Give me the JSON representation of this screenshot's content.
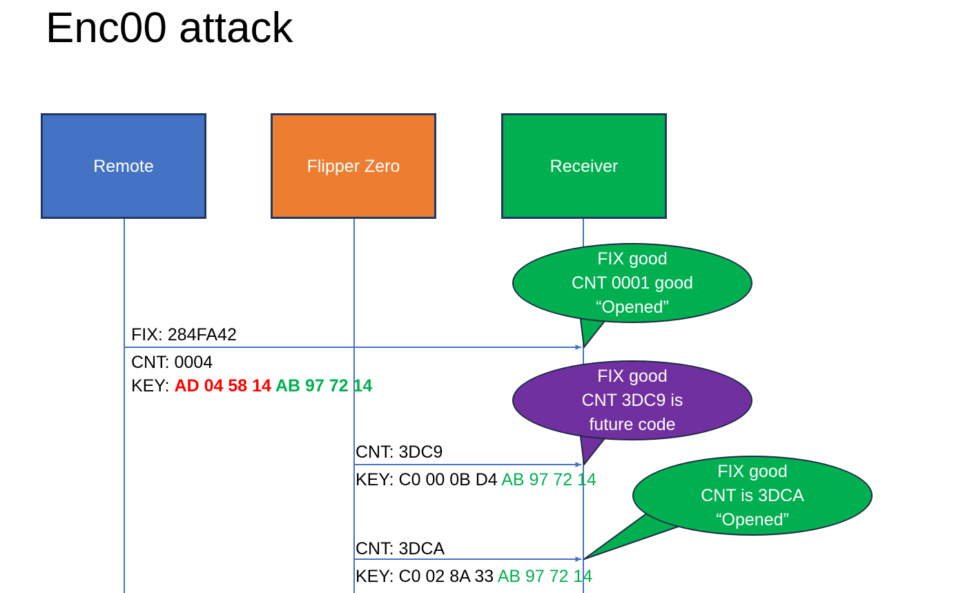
{
  "slide": {
    "title": "Enc00 attack",
    "background": "#ffffff"
  },
  "colors": {
    "remote": "#4472C4",
    "flipper": "#ED7D31",
    "receiver": "#00B050",
    "bubble_green": "#00B050",
    "bubble_purple": "#7030A0",
    "box_border": "#1F3864",
    "lifeline": "#4472C4",
    "key_old": "#FF0000",
    "key_fixed": "#00B050",
    "text": "#000000"
  },
  "actors": [
    {
      "id": "remote",
      "label": "Remote",
      "fill": "#4472C4"
    },
    {
      "id": "flipper",
      "label": "Flipper Zero",
      "fill": "#ED7D31"
    },
    {
      "id": "receiver",
      "label": "Receiver",
      "fill": "#00B050"
    }
  ],
  "messages": [
    {
      "id": "msg-1",
      "from": "remote",
      "to": "receiver",
      "lines": [
        {
          "id": "fix",
          "segments": [
            {
              "text": "FIX: 284FA42",
              "style": "black"
            }
          ]
        },
        {
          "id": "cnt",
          "segments": [
            {
              "text": "CNT: 0004",
              "style": "black"
            }
          ]
        },
        {
          "id": "key",
          "segments": [
            {
              "text": "KEY: ",
              "style": "black"
            },
            {
              "text": "AD 04 58 14 ",
              "style": "red"
            },
            {
              "text": "AB 97 72 14",
              "style": "green-bold"
            }
          ]
        }
      ]
    },
    {
      "id": "msg-2",
      "from": "flipper",
      "to": "receiver",
      "lines": [
        {
          "id": "cnt",
          "segments": [
            {
              "text": "CNT: 3DC9",
              "style": "black"
            }
          ]
        },
        {
          "id": "key",
          "segments": [
            {
              "text": "KEY: C0 00 0B D4 ",
              "style": "black"
            },
            {
              "text": "AB 97 72 14",
              "style": "green"
            }
          ]
        }
      ]
    },
    {
      "id": "msg-3",
      "from": "flipper",
      "to": "receiver",
      "lines": [
        {
          "id": "cnt",
          "segments": [
            {
              "text": "CNT: 3DCA",
              "style": "black"
            }
          ]
        },
        {
          "id": "key",
          "segments": [
            {
              "text": "KEY: C0 02 8A 33 ",
              "style": "black"
            },
            {
              "text": "AB 97 72 14",
              "style": "green"
            }
          ]
        }
      ]
    }
  ],
  "bubbles": [
    {
      "id": "bubble-1",
      "fill": "#00B050",
      "lines": [
        "FIX good",
        "CNT 0001 good",
        "“Opened”"
      ]
    },
    {
      "id": "bubble-2",
      "fill": "#7030A0",
      "lines": [
        "FIX good",
        "CNT 3DC9 is",
        "future code"
      ]
    },
    {
      "id": "bubble-3",
      "fill": "#00B050",
      "lines": [
        "FIX good",
        "CNT is 3DCA",
        "“Opened”"
      ]
    }
  ]
}
